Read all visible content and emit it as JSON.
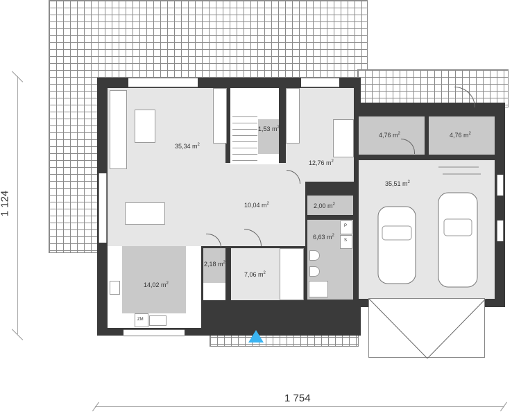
{
  "plan": {
    "dimensions": {
      "width_label": "1 754",
      "height_label": "1 124"
    },
    "rooms": [
      {
        "id": "living",
        "area": "35,34",
        "unit": "m",
        "exp": "2"
      },
      {
        "id": "stairs",
        "area": "1,53",
        "unit": "m",
        "exp": "2"
      },
      {
        "id": "office",
        "area": "12,76",
        "unit": "m",
        "exp": "2"
      },
      {
        "id": "storage-1",
        "area": "4,76",
        "unit": "m",
        "exp": "2"
      },
      {
        "id": "storage-2",
        "area": "4,76",
        "unit": "m",
        "exp": "2"
      },
      {
        "id": "hall",
        "area": "10,04",
        "unit": "m",
        "exp": "2"
      },
      {
        "id": "corridor",
        "area": "2,00",
        "unit": "m",
        "exp": "2"
      },
      {
        "id": "garage",
        "area": "35,51",
        "unit": "m",
        "exp": "2"
      },
      {
        "id": "bathroom",
        "area": "6,63",
        "unit": "m",
        "exp": "2"
      },
      {
        "id": "pantry",
        "area": "2,18",
        "unit": "m",
        "exp": "2"
      },
      {
        "id": "kitchen",
        "area": "14,02",
        "unit": "m",
        "exp": "2"
      },
      {
        "id": "vestibule",
        "area": "7,06",
        "unit": "m",
        "exp": "2"
      }
    ],
    "fixtures": {
      "fridge_label": "ZM",
      "washer_label": "P",
      "dryer_label": "S"
    },
    "entrance_marker_color": "#3ab4f2"
  }
}
